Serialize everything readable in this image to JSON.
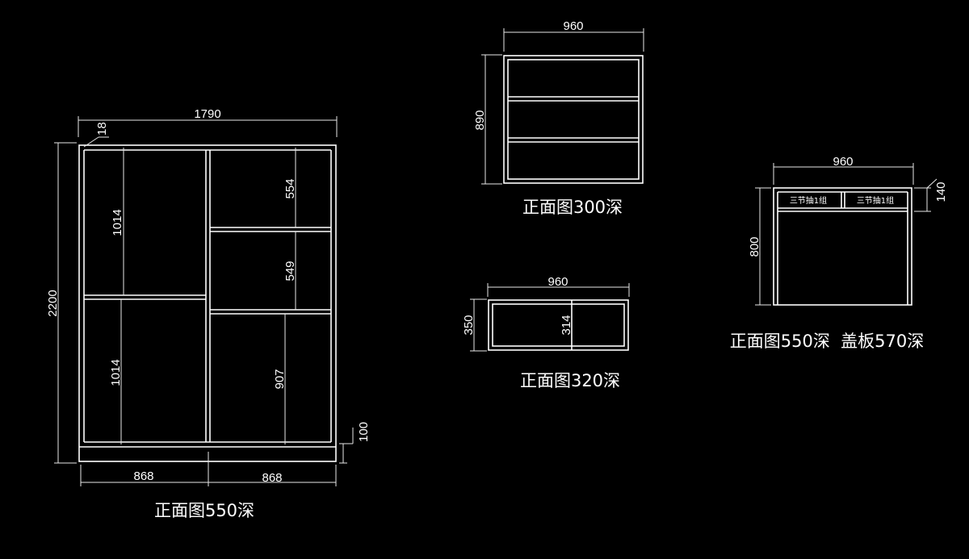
{
  "views": {
    "wardrobe": {
      "caption": "正面图550深",
      "dims": {
        "width": "1790",
        "height": "2200",
        "panel": "18",
        "base": "100",
        "left_upper": "1014",
        "left_lower": "1014",
        "right_top": "554",
        "right_mid": "549",
        "right_bottom": "907",
        "bottom_left": "868",
        "bottom_right": "868"
      }
    },
    "cabinet_300": {
      "caption": "正面图300深",
      "dims": {
        "width": "960",
        "height": "890"
      }
    },
    "cabinet_320": {
      "caption": "正面图320深",
      "dims": {
        "width": "960",
        "height": "350",
        "inner": "314"
      }
    },
    "cabinet_550": {
      "caption": "正面图550深  盖板570深",
      "dims": {
        "width": "960",
        "height": "800",
        "top": "140"
      },
      "drawers": [
        "三节抽1组",
        "三节抽1组"
      ]
    }
  }
}
